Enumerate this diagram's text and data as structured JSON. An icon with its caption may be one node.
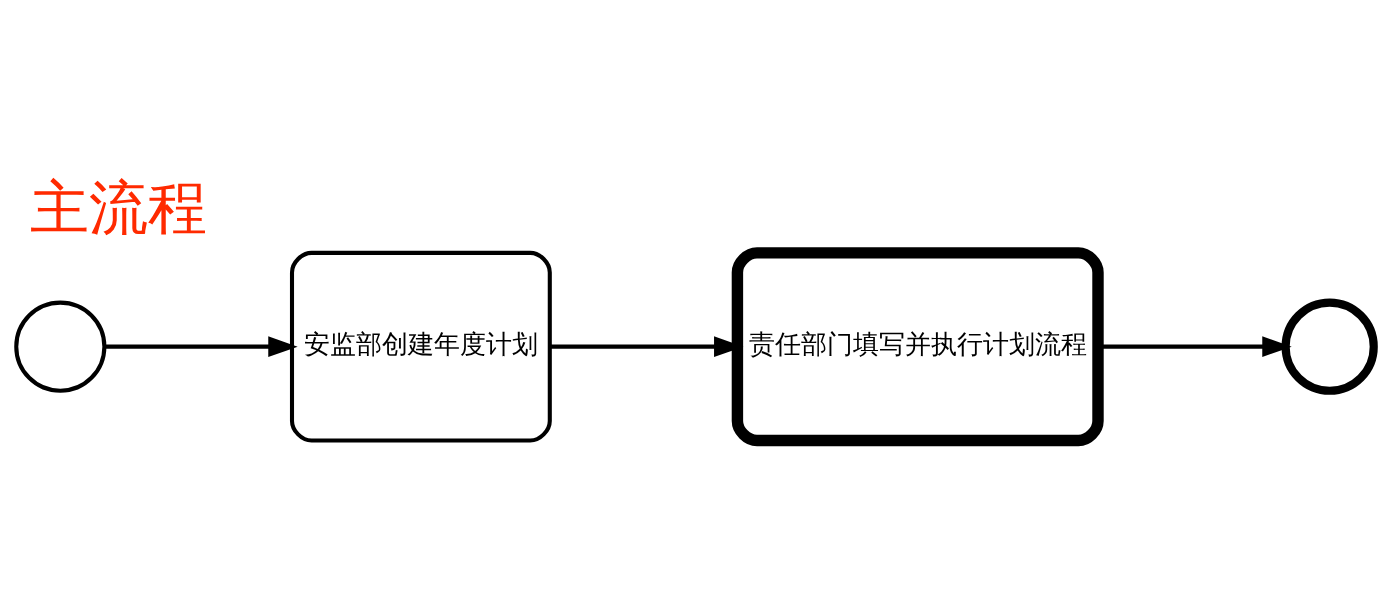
{
  "diagram": {
    "title": "主流程",
    "nodes": [
      {
        "text": [],
        "shape": "circle"
      },
      {
        "text": [
          "安监部创建年度计划"
        ]
      },
      {
        "text": [
          "责任部门填写并执行计划流程"
        ]
      },
      {
        "text": [],
        "shape": "circle"
      }
    ],
    "edges": [
      {
        "from": 0,
        "to": 1,
        "arrow": "to"
      },
      {
        "from": 1,
        "to": 2,
        "arrow": "to"
      },
      {
        "from": 2,
        "to": 3,
        "arrow": "to"
      }
    ]
  }
}
